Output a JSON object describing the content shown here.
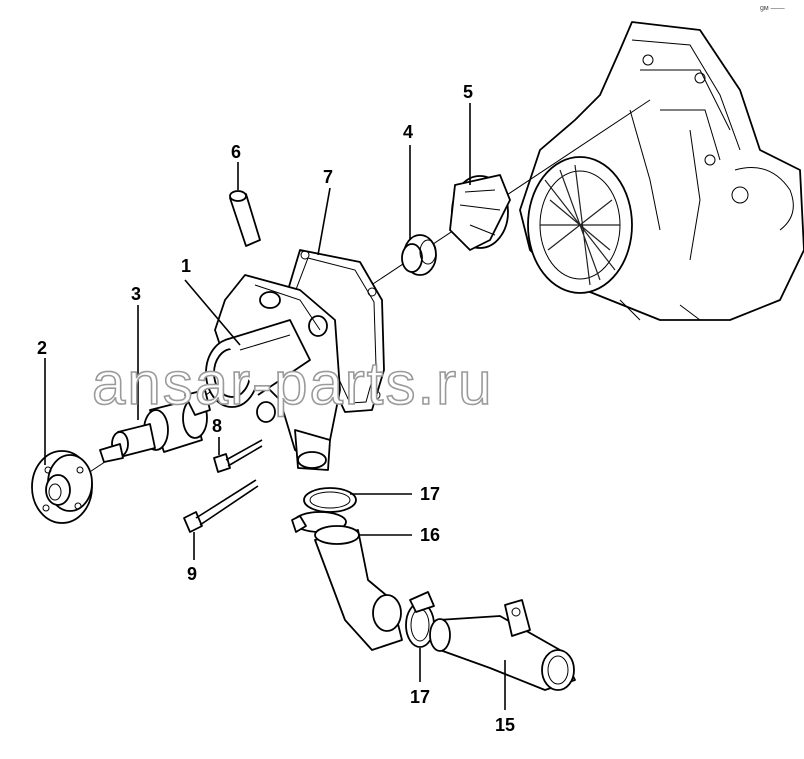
{
  "watermark": "ansar-parts.ru",
  "corner_mark": "gм ——",
  "callouts": {
    "c1": "1",
    "c2": "2",
    "c3": "3",
    "c4": "4",
    "c5": "5",
    "c6": "6",
    "c7": "7",
    "c8": "8",
    "c9": "9",
    "c15": "15",
    "c16": "16",
    "c17a": "17",
    "c17b": "17"
  }
}
